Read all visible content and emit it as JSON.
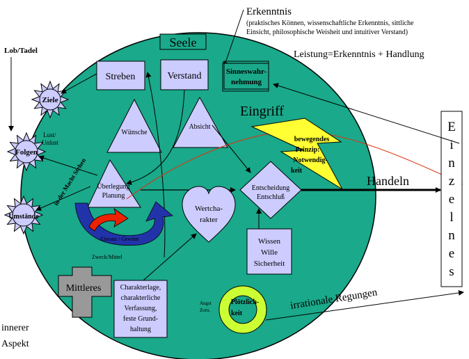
{
  "labels": {
    "seele": "Seele",
    "erkenntnis": "Erkenntnis",
    "erkenntnis_sub_1": "(praktisches Können, wissenschaftliche Erkenntnis, sittliche",
    "erkenntnis_sub_2": "Einsicht, philosophische Weisheit und intuitiver Verstand)",
    "leistung": "Leistung=Erkenntnis + Handlung",
    "lob_tadel": "Lob/Tadel",
    "streben": "Streben",
    "verstand": "Verstand",
    "sinnes_1": "Sinneswahr-",
    "sinnes_2": "nehmung",
    "ziele": "Ziele",
    "folgen": "Folgen",
    "umstaende": "Umstände",
    "lust_1": "Lust/",
    "lust_2": "Unlust",
    "wuensche": "Wünsche",
    "absicht": "Absicht",
    "eingriff": "Eingriff",
    "bewegend_1": "bewegendes",
    "bewegend_2": "Prinzip:",
    "bewegend_3": "Notwendig-",
    "bewegend_4": "keit",
    "handeln": "Handeln",
    "einzelnes": [
      "E",
      "i",
      "n",
      "z",
      "e",
      "l",
      "n",
      "e",
      "s"
    ],
    "ueberlegung_1": "Überlegung",
    "ueberlegung_2": "Planung",
    "entscheidung_1": "Entscheidung",
    "entscheidung_2": "Entschluß",
    "wertcharakter_1": "Wertcha-",
    "wertcharakter_2": "rakter",
    "in_der_macht": "in der Macht Stehen",
    "einsatz": "Einsatz / Gewinn",
    "zweck": "Zweck/Mittel",
    "wissen_1": "Wissen",
    "wissen_2": "Wille",
    "wissen_3": "Sicherheit",
    "mittleres": "Mittleres",
    "charakter_1": "Charakterlage,",
    "charakter_2": "charakterliche",
    "charakter_3": "Verfassung,",
    "charakter_4": "feste Grund-",
    "charakter_5": "haltung",
    "angst": "Angst",
    "zorn": "Zorn.",
    "ploetzlich_1": "Plötzlich-",
    "ploetzlich_2": "keit",
    "irrational": "irrationale Regungen",
    "innerer_1": "innerer",
    "innerer_2": "Aspekt"
  },
  "colors": {
    "soul": "#1aa98a",
    "box": "#ccccff",
    "bolt": "#ffff33",
    "cross": "#999999",
    "ring": "#ccff33",
    "blue_arrow": "#2233aa",
    "red_arrow": "#ee2200",
    "red_line": "#dd3311"
  }
}
